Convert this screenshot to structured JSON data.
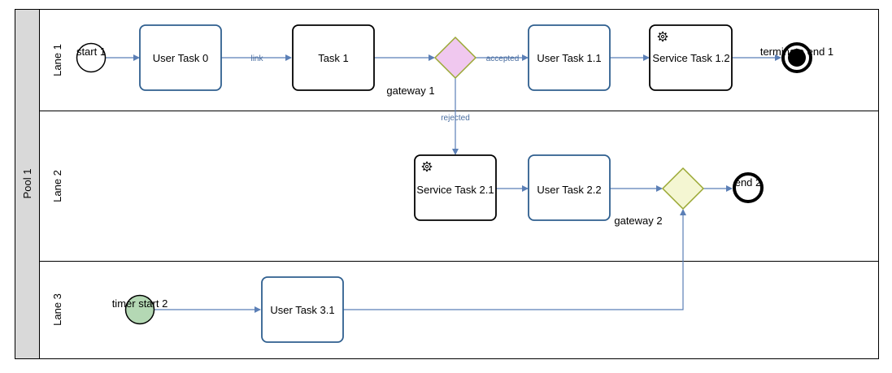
{
  "pool": {
    "label": "Pool 1"
  },
  "lanes": [
    {
      "id": "lane1",
      "label": "Lane 1"
    },
    {
      "id": "lane2",
      "label": "Lane 2"
    },
    {
      "id": "lane3",
      "label": "Lane 3"
    }
  ],
  "nodes": {
    "start1": {
      "label": "start 1"
    },
    "user_task_0": {
      "label": "User Task 0"
    },
    "task_1": {
      "label": "Task 1"
    },
    "gateway_1": {
      "label": "gateway 1"
    },
    "user_task_1_1": {
      "label": "User Task 1.1"
    },
    "service_task_1_2": {
      "label": "Service Task 1.2"
    },
    "terminate_end_1": {
      "label": "terminate end 1"
    },
    "service_task_2_1": {
      "label": "Service Task 2.1"
    },
    "user_task_2_2": {
      "label": "User Task 2.2"
    },
    "gateway_2": {
      "label": "gateway 2"
    },
    "end_2": {
      "label": "end 2"
    },
    "timer_start_2": {
      "label": "timer start 2"
    },
    "user_task_3_1": {
      "label": "User Task 3.1"
    }
  },
  "edges": {
    "link": {
      "label": "link"
    },
    "accepted": {
      "label": "accepted"
    },
    "rejected": {
      "label": "rejected"
    }
  },
  "colors": {
    "flow": "#5b7fb6",
    "task_border_user": "#2f5f8f",
    "task_border_plain": "#000000",
    "gateway1_fill": "#f0c8ef",
    "gateway2_fill": "#f4f6d2",
    "gateway_border": "#9aa833",
    "timer_fill": "#b4d8b4",
    "pool_header": "#d9d9d9"
  },
  "icons": {
    "service": "gear-icon"
  }
}
